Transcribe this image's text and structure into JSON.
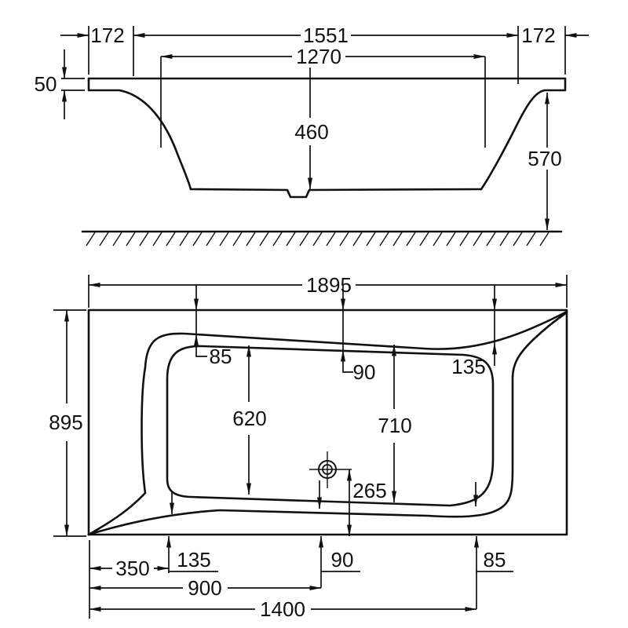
{
  "drawing_type": "bath technical dimension drawing",
  "side": {
    "rim_overhang_left": "172",
    "rim_span": "1551",
    "rim_overhang_right": "172",
    "basin_opening": "1270",
    "rim_thickness": "50",
    "internal_depth": "460",
    "overall_height": "570"
  },
  "plan": {
    "overall_length": "1895",
    "overall_width": "895",
    "rim_width_top_left": "85",
    "rim_width_top_mid": "90",
    "rim_width_top_right": "135",
    "basin_width_left": "620",
    "basin_width_right": "710",
    "drain_from_edge": "265",
    "rim_width_bottom_left": "135",
    "rim_width_bottom_mid": "90",
    "rim_width_bottom_right": "85",
    "taper_start": "350",
    "drain_position": "900",
    "basin_length": "1400"
  },
  "line_color": "#111111",
  "background_color": "#ffffff"
}
